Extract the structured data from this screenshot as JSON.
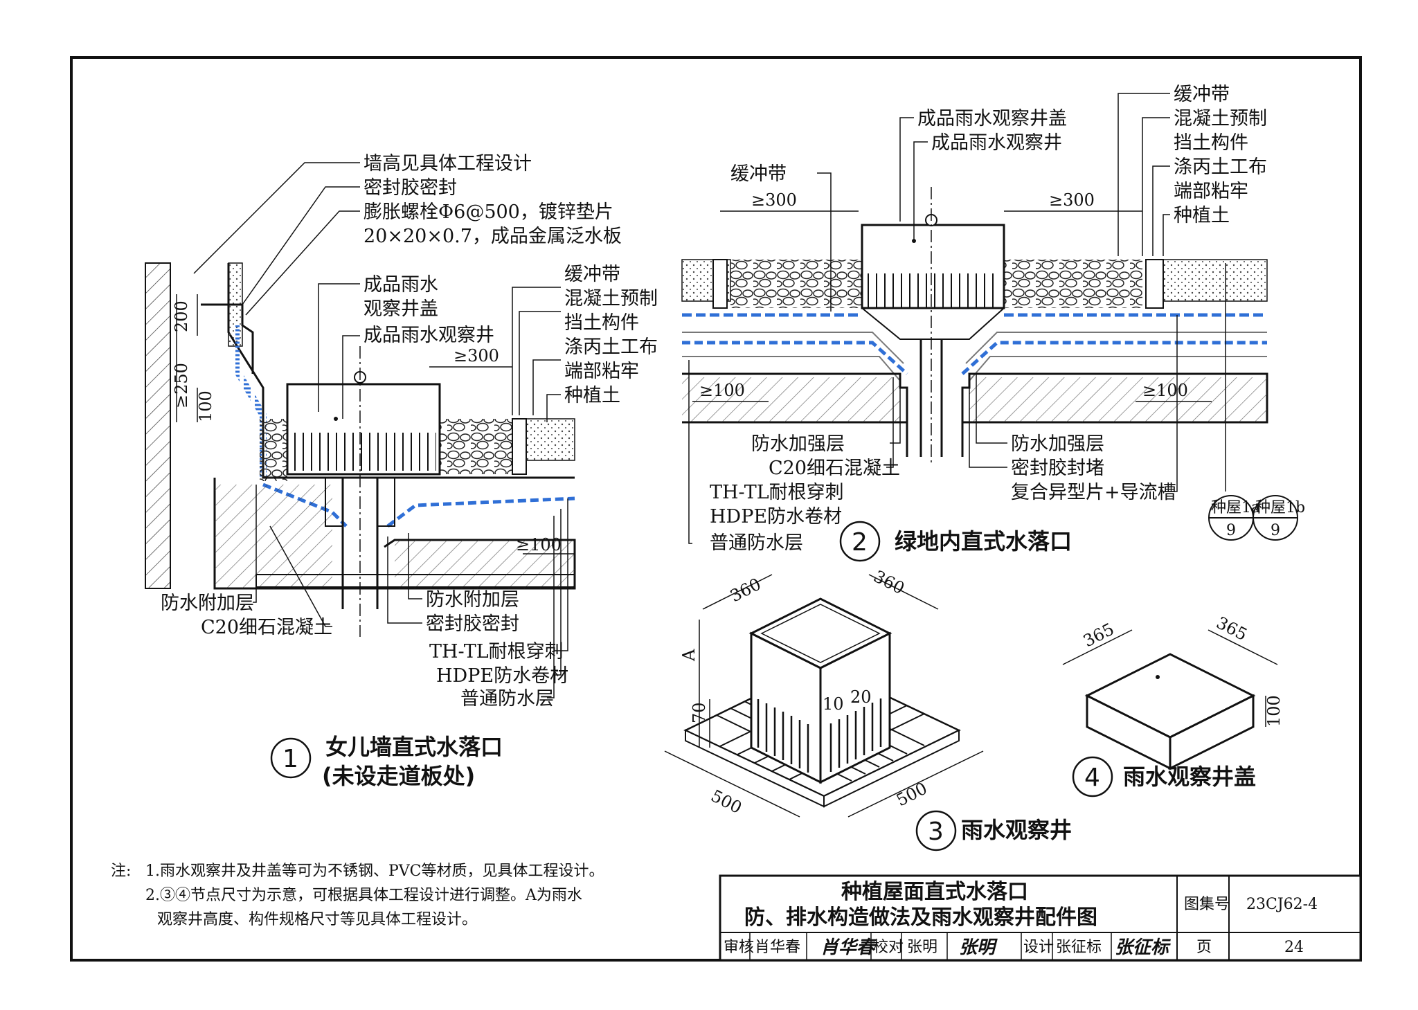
{
  "detail1": {
    "labels_top": [
      "墙高见具体工程设计",
      "密封胶密封",
      "膨胀螺栓Φ6@500，镀锌垫片",
      "20×20×0.7，成品金属泛水板"
    ],
    "labels_mid": [
      "成品雨水",
      "观察井盖",
      "成品雨水观察井",
      "缓冲带",
      "混凝土预制",
      "挡土构件",
      "涤丙土工布",
      "端部粘牢",
      "种植土"
    ],
    "labels_bottom_left": [
      "防水附加层",
      "C20细石混凝土"
    ],
    "labels_bottom_right": [
      "防水附加层",
      "密封胶密封",
      "TH-TL耐根穿刺",
      "HDPE防水卷材",
      "普通防水层"
    ],
    "dims": [
      "200",
      "≥250",
      "100",
      "≥300",
      "≥100"
    ],
    "number": "1",
    "title_line1": "女儿墙直式水落口",
    "title_line2": "(未设走道板处)"
  },
  "detail2": {
    "labels_top": [
      "成品雨水观察井盖",
      "成品雨水观察井",
      "缓冲带",
      "缓冲带",
      "混凝土预制",
      "挡土构件",
      "涤丙土工布",
      "端部粘牢",
      "种植土"
    ],
    "labels_bottom_left": [
      "防水加强层",
      "C20细石混凝土",
      "TH-TL耐根穿刺",
      "HDPE防水卷材",
      "普通防水层"
    ],
    "labels_bottom_right": [
      "防水加强层",
      "密封胶封堵",
      "复合异型片+导流槽"
    ],
    "dims": [
      "≥300",
      "≥300",
      "≥100",
      "≥100"
    ],
    "refs": [
      {
        "top": "种屋1a",
        "bottom": "9"
      },
      {
        "top": "种屋1b",
        "bottom": "9"
      }
    ],
    "number": "2",
    "title": "绿地内直式水落口"
  },
  "detail3": {
    "dims": [
      "360",
      "360",
      "A",
      "70",
      "10",
      "20",
      "500",
      "500"
    ],
    "number": "3",
    "title": "雨水观察井"
  },
  "detail4": {
    "dims": [
      "365",
      "365",
      "100"
    ],
    "number": "4",
    "title": "雨水观察井盖"
  },
  "notes": {
    "prefix": "注:",
    "line1": "1.雨水观察井及井盖等可为不锈钢、PVC等材质，见具体工程设计。",
    "line2": "2.③④节点尺寸为示意，可根据具体工程设计进行调整。A为雨水",
    "line3": "观察井高度、构件规格尺寸等见具体工程设计。"
  },
  "title_block": {
    "title1": "种植屋面直式水落口",
    "title2": "防、排水构造做法及雨水观察井配件图",
    "atlas_label": "图集号",
    "atlas_no": "23CJ62-4",
    "review_label": "审核",
    "reviewer": "肖华春",
    "check_label": "校对",
    "checker": "张明",
    "design_label": "设计",
    "designer": "张征标",
    "page_label": "页",
    "page_no": "24"
  },
  "colors": {
    "line": "#111111",
    "membrane": "#2f6fd6",
    "hatch": "#555555"
  }
}
